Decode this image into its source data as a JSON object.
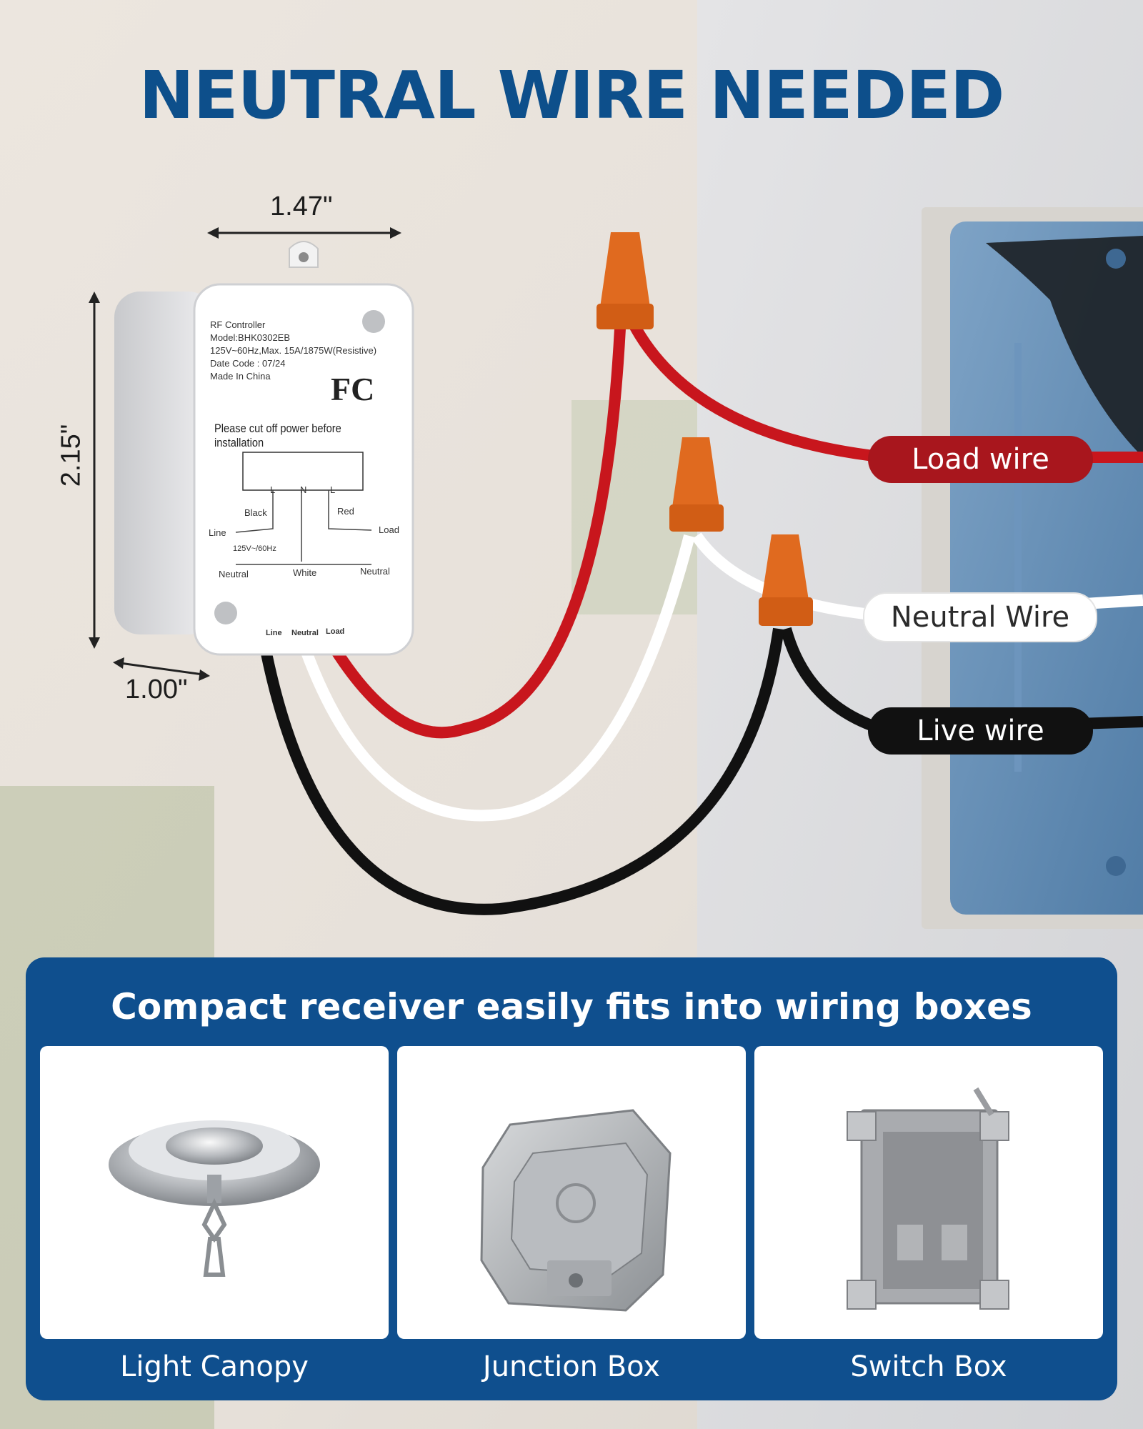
{
  "headline": "NEUTRAL WIRE NEEDED",
  "dimensions": {
    "width": "1.47\"",
    "height": "2.15\"",
    "depth": "1.00\""
  },
  "device": {
    "label_lines": [
      "RF Controller",
      "Model:BHK0302EB",
      "125V~60Hz,Max. 15A/1875W(Resistive)",
      "Date Code : 07/24",
      "Made In China"
    ],
    "fcc_mark": "FC",
    "warning": "Please cut off power before installation",
    "terminals": {
      "l1": "L",
      "n": "N",
      "l2": "L"
    },
    "diagram": {
      "black": "Black",
      "red": "Red",
      "line": "Line",
      "load": "Load",
      "rating": "125V~/60Hz",
      "neutral_left": "Neutral",
      "white": "White",
      "neutral_right": "Neutral"
    },
    "bottom_labels": {
      "line": "Line",
      "neutral": "Neutral",
      "load": "Load"
    }
  },
  "wires": {
    "load": "Load wire",
    "neutral": "Neutral Wire",
    "live": "Live wire"
  },
  "colors": {
    "title": "#0d4f8b",
    "panel": "#0f4f8e",
    "load_wire": "#c8161d",
    "live_wire": "#111111",
    "connector": "#e06a1f"
  },
  "panel": {
    "title": "Compact receiver easily fits into wiring boxes",
    "cards": [
      {
        "label": "Light Canopy",
        "icon": "light-canopy-icon"
      },
      {
        "label": "Junction Box",
        "icon": "junction-box-icon"
      },
      {
        "label": "Switch Box",
        "icon": "switch-box-icon"
      }
    ]
  }
}
